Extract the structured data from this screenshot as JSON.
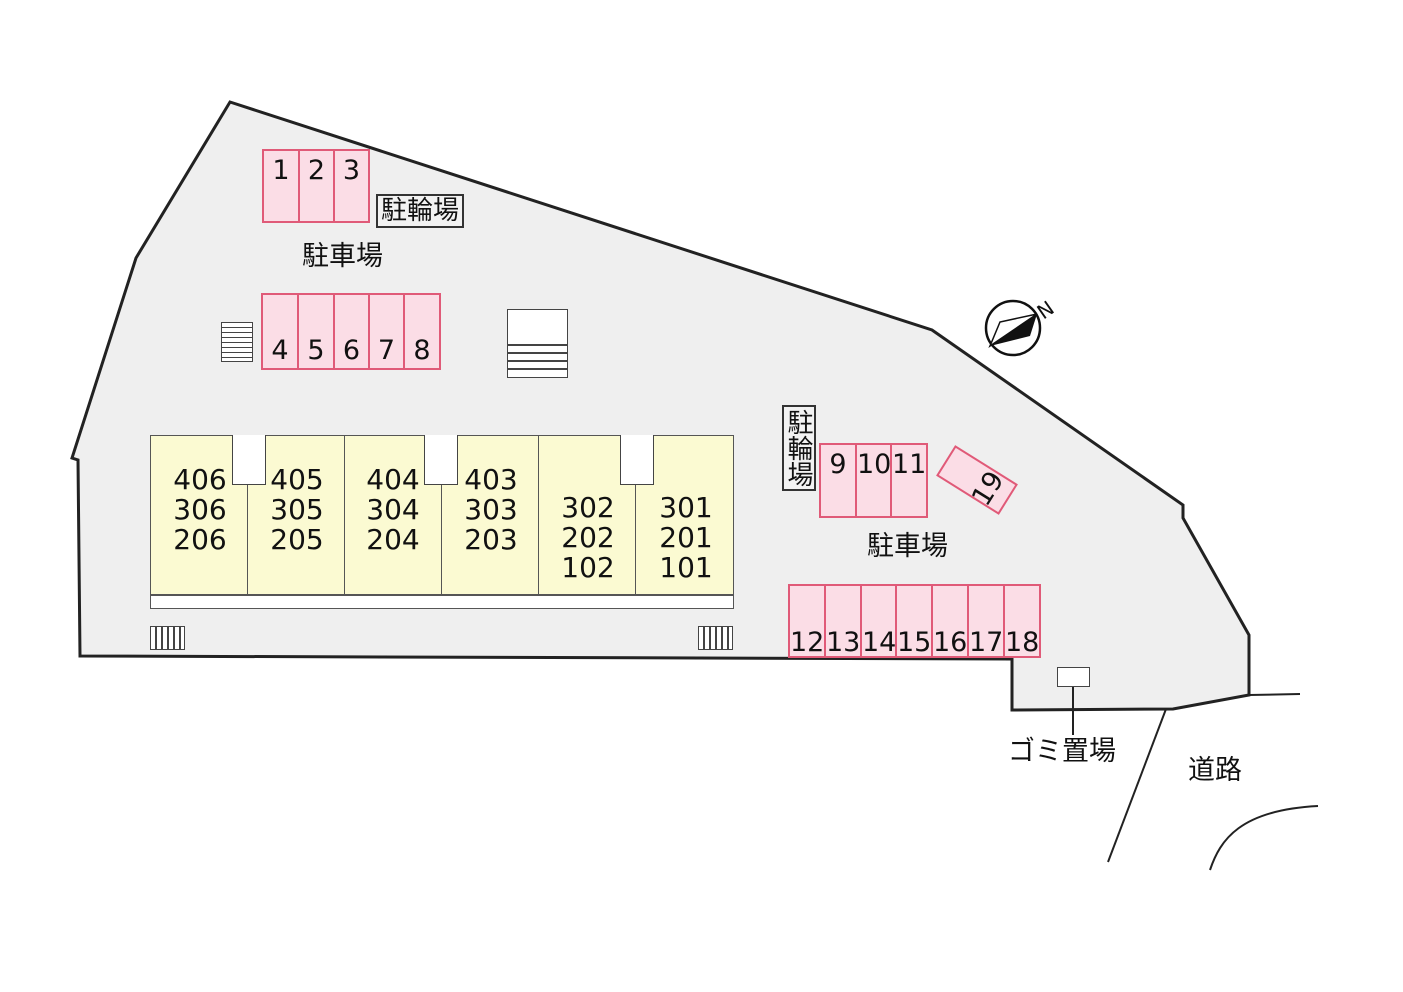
{
  "labels": {
    "bicycle_parking": "駐輪場",
    "car_parking": "駐車場",
    "garbage": "ゴミ置場",
    "road": "道路",
    "north": "N"
  },
  "parking_top": [
    "1",
    "2",
    "3"
  ],
  "parking_mid": [
    "4",
    "5",
    "6",
    "7",
    "8"
  ],
  "parking_right": [
    "9",
    "10",
    "11"
  ],
  "parking_angled": "19",
  "parking_bottom": [
    "12",
    "13",
    "14",
    "15",
    "16",
    "17",
    "18"
  ],
  "units": [
    [
      "406",
      "306",
      "206"
    ],
    [
      "405",
      "305",
      "205"
    ],
    [
      "404",
      "304",
      "204"
    ],
    [
      "403",
      "303",
      "203"
    ],
    [
      "302",
      "202",
      "102"
    ],
    [
      "301",
      "201",
      "101"
    ]
  ],
  "colors": {
    "lot": "#efefef",
    "parking_fill": "#fbdde6",
    "parking_border": "#e05a78",
    "building": "#fbfad2"
  }
}
